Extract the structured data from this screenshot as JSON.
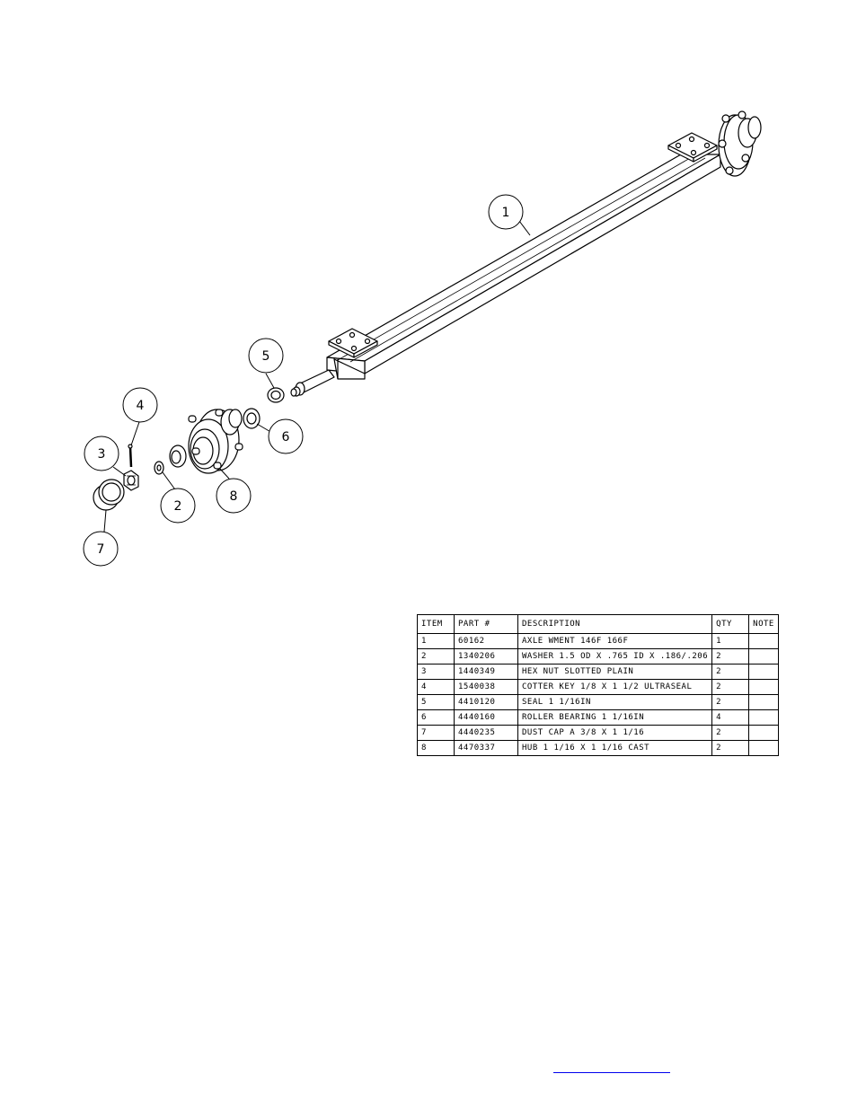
{
  "callouts": [
    {
      "number": "1",
      "part": "AXLE WMENT"
    },
    {
      "number": "2",
      "part": "WASHER"
    },
    {
      "number": "3",
      "part": "HEX NUT"
    },
    {
      "number": "4",
      "part": "COTTER KEY"
    },
    {
      "number": "5",
      "part": "SEAL"
    },
    {
      "number": "6",
      "part": "ROLLER BEARING"
    },
    {
      "number": "7",
      "part": "DUST CAP"
    },
    {
      "number": "8",
      "part": "HUB"
    }
  ],
  "bom": {
    "headers": {
      "item": "ITEM",
      "part": "PART #",
      "description": "DESCRIPTION",
      "qty": "QTY",
      "note": "NOTE"
    },
    "rows": [
      {
        "item": "1",
        "part": "60162",
        "description": "AXLE WMENT   146F 166F",
        "qty": "1",
        "note": ""
      },
      {
        "item": "2",
        "part": "1340206",
        "description": "WASHER 1.5 OD X .765 ID X .186/.206",
        "qty": "2",
        "note": ""
      },
      {
        "item": "3",
        "part": "1440349",
        "description": "HEX NUT SLOTTED PLAIN",
        "qty": "2",
        "note": ""
      },
      {
        "item": "4",
        "part": "1540038",
        "description": "COTTER KEY 1/8 X 1 1/2 ULTRASEAL",
        "qty": "2",
        "note": ""
      },
      {
        "item": "5",
        "part": "4410120",
        "description": "SEAL  1 1/16IN",
        "qty": "2",
        "note": ""
      },
      {
        "item": "6",
        "part": "4440160",
        "description": "ROLLER BEARING   1 1/16IN",
        "qty": "4",
        "note": ""
      },
      {
        "item": "7",
        "part": "4440235",
        "description": "DUST CAP A 3/8 X 1 1/16",
        "qty": "2",
        "note": ""
      },
      {
        "item": "8",
        "part": "4470337",
        "description": "HUB   1 1/16 X 1 1/16 CAST",
        "qty": "2",
        "note": ""
      }
    ]
  },
  "footer": {
    "link_text": ""
  }
}
